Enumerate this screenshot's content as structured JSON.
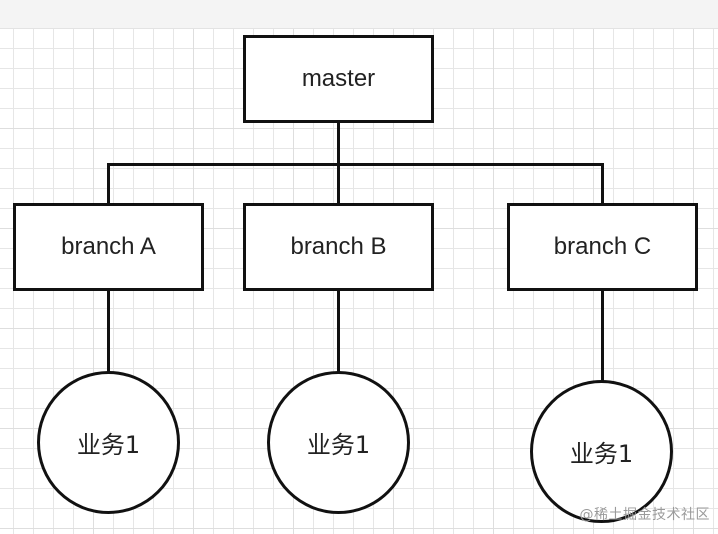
{
  "diagram": {
    "root": {
      "label": "master"
    },
    "branches": [
      {
        "label": "branch A",
        "task": "业务1"
      },
      {
        "label": "branch B",
        "task": "业务1"
      },
      {
        "label": "branch C",
        "task": "业务1"
      }
    ]
  },
  "watermark": "@稀土掘金技术社区",
  "colors": {
    "stroke": "#111111",
    "background": "#ffffff",
    "grid": "#e6e6e6"
  }
}
